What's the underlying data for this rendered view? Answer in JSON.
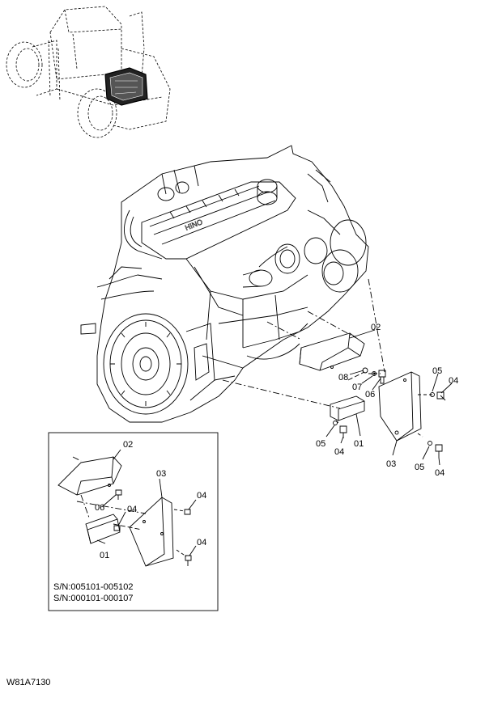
{
  "figure_id": "W81A7130",
  "serial_numbers": [
    "S/N:005101-005102",
    "S/N:000101-000107"
  ],
  "callouts": {
    "main": [
      {
        "id": "02",
        "text": "02"
      },
      {
        "id": "08",
        "text": "08"
      },
      {
        "id": "07",
        "text": "07"
      },
      {
        "id": "06",
        "text": "06"
      },
      {
        "id": "05a",
        "text": "05"
      },
      {
        "id": "04a",
        "text": "04"
      },
      {
        "id": "05b",
        "text": "05"
      },
      {
        "id": "04b",
        "text": "04"
      },
      {
        "id": "01",
        "text": "01"
      },
      {
        "id": "03",
        "text": "03"
      },
      {
        "id": "05c",
        "text": "05"
      },
      {
        "id": "04c",
        "text": "04"
      }
    ],
    "inset": [
      {
        "id": "02",
        "text": "02"
      },
      {
        "id": "03",
        "text": "03"
      },
      {
        "id": "06",
        "text": "06"
      },
      {
        "id": "04a",
        "text": "04"
      },
      {
        "id": "04b",
        "text": "04"
      },
      {
        "id": "01",
        "text": "01"
      },
      {
        "id": "04c",
        "text": "04"
      }
    ]
  },
  "colors": {
    "line": "#000000",
    "background": "#ffffff"
  }
}
